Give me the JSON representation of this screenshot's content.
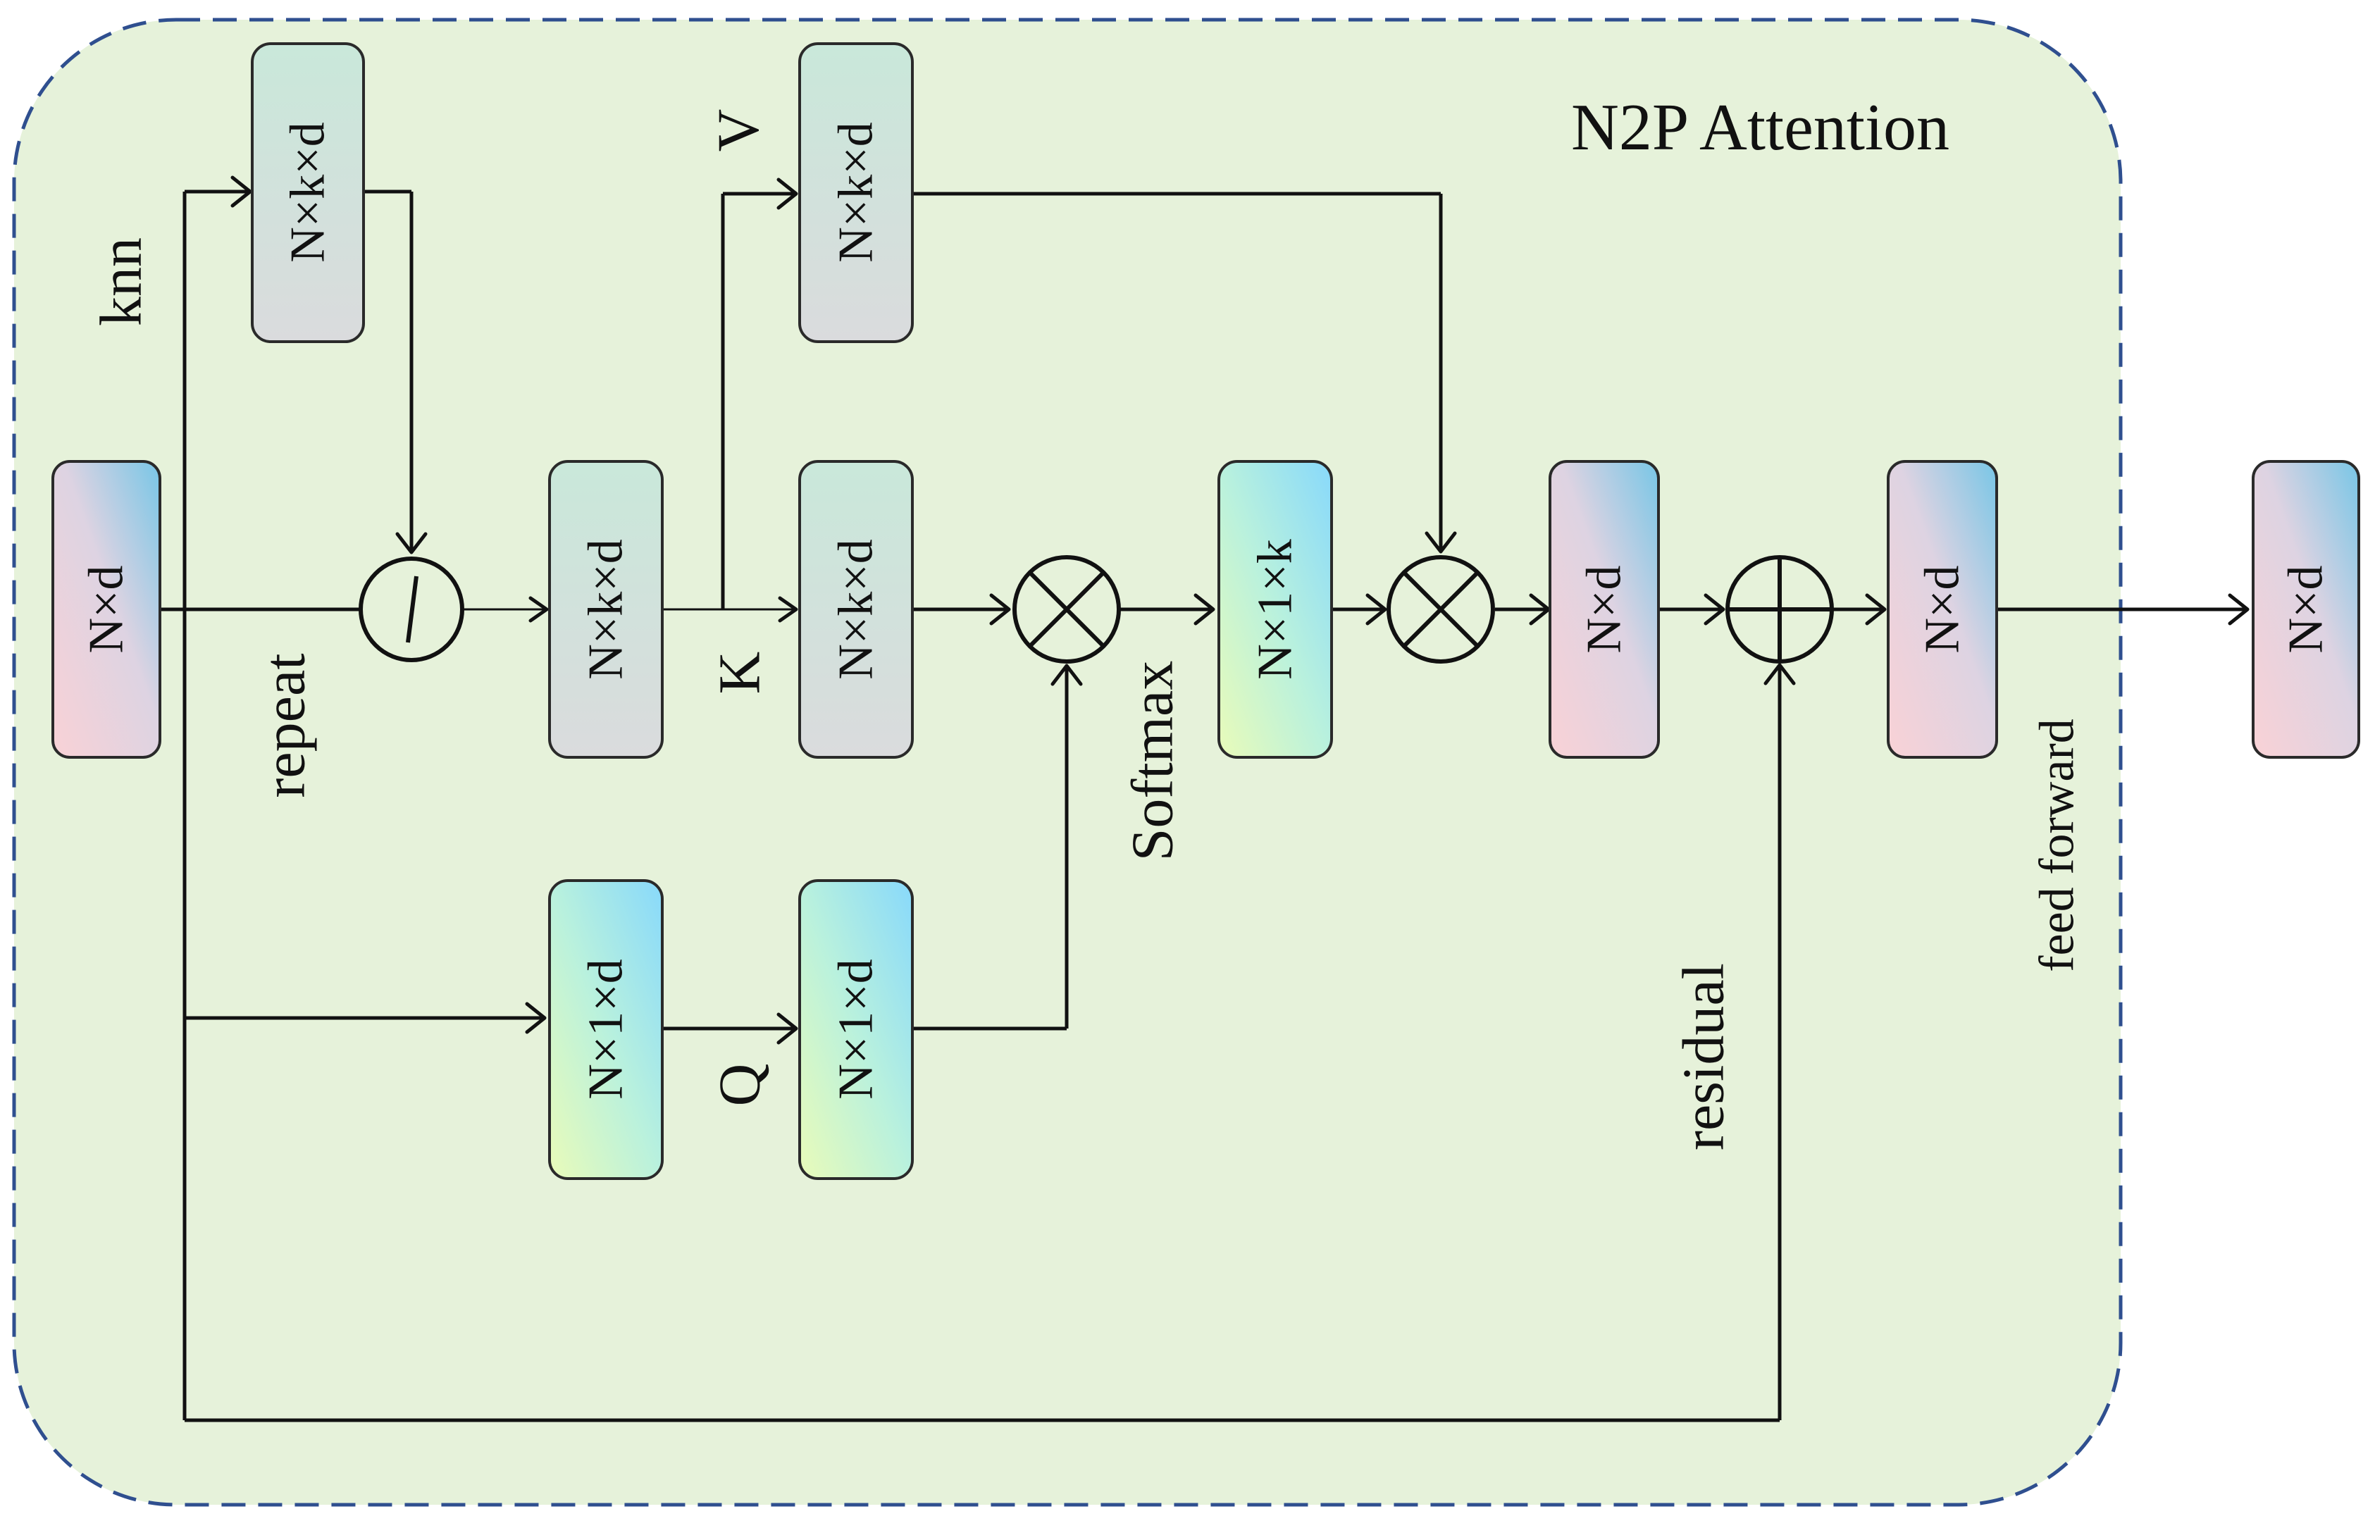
{
  "title": "N2P Attention",
  "labels": {
    "knn": "knn",
    "repeat": "repeat",
    "v": "V",
    "k": "K",
    "q": "Q",
    "softmax": "Softmax",
    "residual": "residual",
    "feed_forward": "feed forward"
  },
  "blocks": {
    "input": "N×d",
    "knn_features": "N×k×d",
    "diff_features": "N×k×d",
    "value": "N×k×d",
    "key": "N×k×d",
    "query_in": "N×1×d",
    "query": "N×1×d",
    "attention": "N×1×k",
    "attn_out": "N×d",
    "residual_out": "N×d",
    "output": "N×d"
  },
  "operators": {
    "subtract": "minus",
    "matmul_qk": "multiply",
    "matmul_v": "multiply",
    "add": "plus"
  },
  "colors": {
    "panel_fill": "#e6f2da",
    "panel_border": "#2f4f8f",
    "grey_block": "#d7ddd9",
    "pink_block": "#f4cfd7",
    "cyan_block": "#a9e7f8"
  }
}
